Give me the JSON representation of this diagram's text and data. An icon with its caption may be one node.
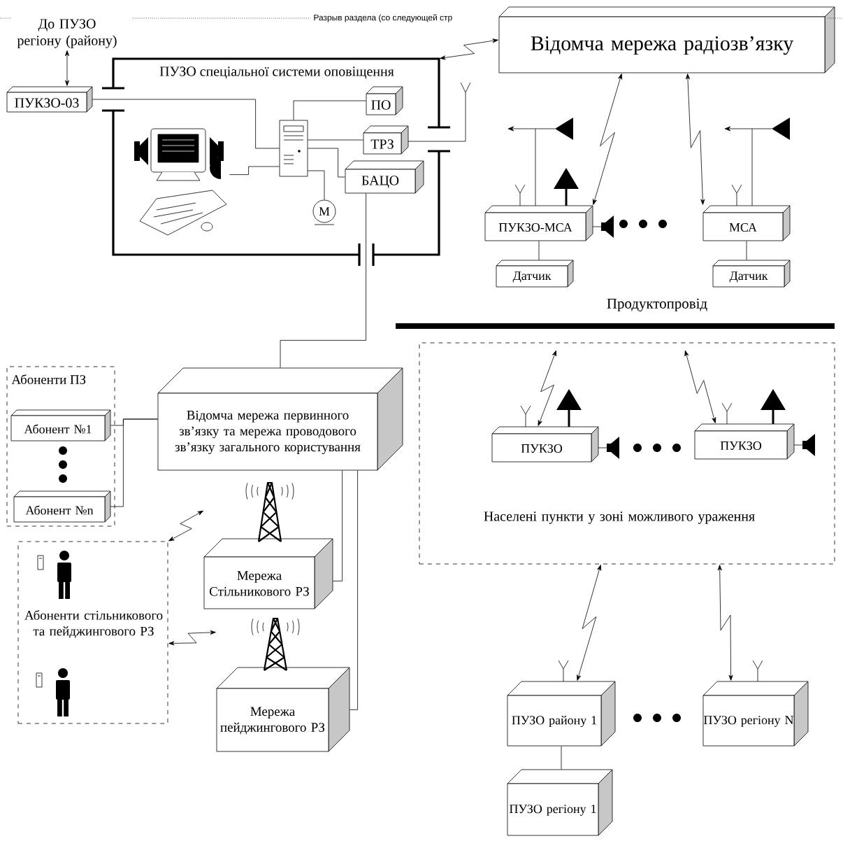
{
  "diagram": {
    "nodes": [
      {
        "text": [
          "До ПУЗО регіону (району)"
        ]
      },
      {
        "text": [
          "ПУКЗО-03"
        ]
      },
      {
        "text": [
          "ПУЗО спеціальної системи оповіщення"
        ]
      },
      {
        "text": [
          "ПО"
        ],
        "in": 2
      },
      {
        "text": [
          "ТРЗ"
        ],
        "in": 2
      },
      {
        "text": [
          "БАЦО"
        ],
        "in": 2
      },
      {
        "text": [],
        "shape": "picture",
        "in": 2
      },
      {
        "text": [
          "М"
        ],
        "in": 2
      },
      {
        "text": [
          "Відомча мережа радіозв’язку"
        ]
      },
      {
        "text": [
          "ПУКЗО-МСА"
        ]
      },
      {
        "text": [
          "МСА"
        ]
      },
      {
        "text": [
          "Датчик"
        ]
      },
      {
        "text": [
          "Датчик"
        ]
      },
      {
        "text": [
          "Абоненти ПЗ"
        ]
      },
      {
        "text": [
          "Абонент №1"
        ],
        "in": 13
      },
      {
        "text": [
          "Абонент №n"
        ],
        "in": 13
      },
      {
        "text": [
          "Відомча мережа первинного зв’язку та мережа проводового зв’язку загального користування"
        ]
      },
      {
        "text": [
          "Абоненти стільникового та пейджингового РЗ"
        ]
      },
      {
        "text": [
          "Мережа Стільникового РЗ"
        ]
      },
      {
        "text": [
          "Мережа пейджингового РЗ"
        ]
      },
      {
        "text": [
          "Населені пункти у зоні можливого ураження"
        ]
      },
      {
        "text": [
          "ПУКЗО"
        ],
        "in": 20
      },
      {
        "text": [
          "ПУКЗО"
        ],
        "in": 20
      },
      {
        "text": [
          "ПУЗО району 1"
        ]
      },
      {
        "text": [
          "ПУЗО регіону N"
        ]
      },
      {
        "text": [
          "ПУЗО регіону 1"
        ]
      },
      {
        "text": [],
        "shape": "picture",
        "in": 2
      }
    ],
    "edges": [
      {
        "from": 0,
        "to": 1,
        "arrow": "both"
      },
      {
        "from": 1,
        "to": 26,
        "arrow": "none"
      },
      {
        "from": 26,
        "to": 3,
        "arrow": "none"
      },
      {
        "from": 26,
        "to": 4,
        "arrow": "none"
      },
      {
        "from": 26,
        "to": 5,
        "arrow": "none"
      },
      {
        "from": 26,
        "to": 7,
        "arrow": "none"
      },
      {
        "from": 2,
        "to": 8,
        "arrow": "both"
      },
      {
        "from": 8,
        "to": 9,
        "arrow": "both"
      },
      {
        "from": 8,
        "to": 10,
        "arrow": "both"
      },
      {
        "from": 9,
        "to": 11,
        "arrow": "none"
      },
      {
        "from": 10,
        "to": 12,
        "arrow": "none"
      },
      {
        "from": 5,
        "to": 16,
        "arrow": "none"
      },
      {
        "from": 16,
        "to": 14,
        "arrow": "none"
      },
      {
        "from": 16,
        "to": 15,
        "arrow": "none"
      },
      {
        "from": 16,
        "to": 18,
        "arrow": "none"
      },
      {
        "from": 16,
        "to": 19,
        "arrow": "none"
      },
      {
        "from": 18,
        "to": 17,
        "arrow": "both"
      },
      {
        "from": 19,
        "to": 17,
        "arrow": "both"
      },
      {
        "from": null,
        "to": 21,
        "arrow": "both"
      },
      {
        "from": null,
        "to": 22,
        "arrow": "both"
      },
      {
        "from": 20,
        "to": 23,
        "arrow": "both"
      },
      {
        "from": 20,
        "to": 24,
        "arrow": "both"
      },
      {
        "from": 23,
        "to": 25,
        "arrow": "none"
      },
      {
        "from": 6,
        "to": 26,
        "arrow": "none"
      }
    ],
    "labels": [
      "Разрыв раздела (со следующей стр",
      "Продуктопровід"
    ]
  }
}
